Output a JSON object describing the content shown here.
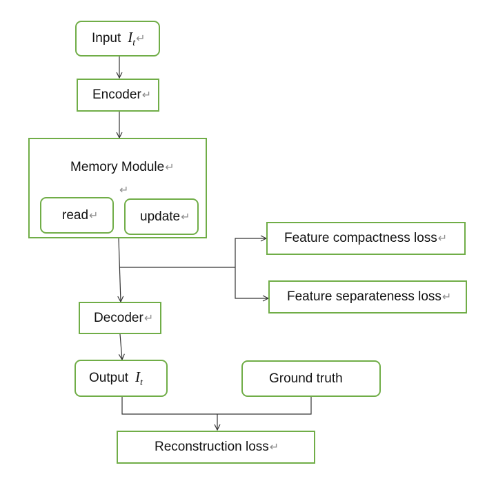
{
  "colors": {
    "box_border": "#70ad47",
    "line": "#333333",
    "paragraph_mark": "#8c8c8c"
  },
  "paragraph_mark": "↵",
  "nodes": {
    "input": {
      "label": "Input",
      "var": "I",
      "sub": "t"
    },
    "encoder": {
      "label": "Encoder"
    },
    "memory": {
      "label": "Memory Module",
      "read": "read",
      "update": "update"
    },
    "compactness": {
      "label": "Feature compactness loss"
    },
    "separateness": {
      "label": "Feature separateness loss"
    },
    "decoder": {
      "label": "Decoder"
    },
    "output": {
      "label": "Output",
      "var": "I",
      "sub": "t"
    },
    "ground_truth": {
      "label": "Ground truth"
    },
    "reconstruction": {
      "label": "Reconstruction loss"
    }
  }
}
